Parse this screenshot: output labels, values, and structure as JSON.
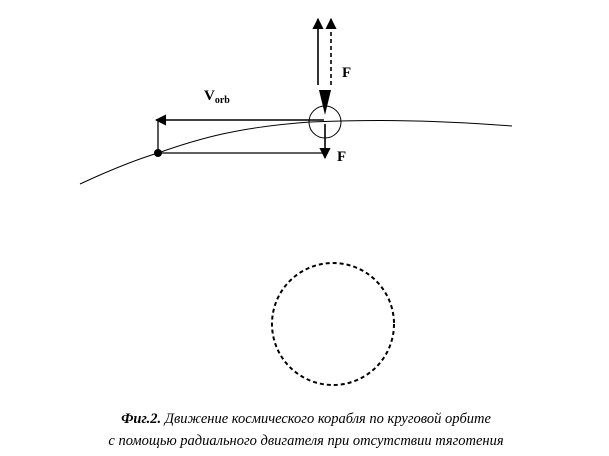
{
  "labels": {
    "v_main": "V",
    "v_sub": "orb",
    "force_top": "F",
    "force_bottom": "F"
  },
  "caption": {
    "label": "Фиг.2.",
    "line1_rest": " Движение космического корабля по круговой орбите",
    "line2": "с помощью радиального двигателя при отсутствии тяготения"
  },
  "colors": {
    "ink": "#000000",
    "background": "#ffffff"
  }
}
